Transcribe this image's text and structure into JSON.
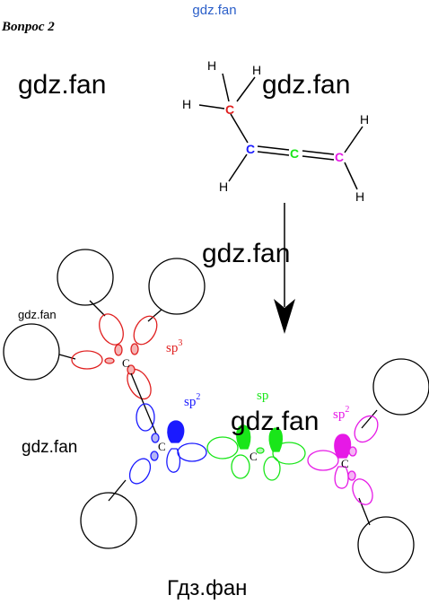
{
  "watermarks": {
    "top": "gdz.fan",
    "w1": "gdz.fan",
    "w2": "gdz.fan",
    "w3": "gdz.fan",
    "w4": "gdz.fan",
    "w5": "gdz.fan",
    "w6": "gdz.fan",
    "bottom": "Гдз.фан"
  },
  "question_title": "Вопрос 2",
  "structure": {
    "atoms": {
      "h": "H",
      "c1": "C",
      "c2": "C",
      "c3": "C"
    }
  },
  "orbital_diagram": {
    "atom_label": "C",
    "hyb_sp3": "sp",
    "hyb_sp3_sup": "3",
    "hyb_sp2a": "sp",
    "hyb_sp2a_sup": "2",
    "hyb_sp": "sp",
    "hyb_sp2b": "sp",
    "hyb_sp2b_sup": "2"
  },
  "colors": {
    "red": "#e02020",
    "blue": "#1a1aff",
    "green": "#19e619",
    "magenta": "#e619e6"
  }
}
